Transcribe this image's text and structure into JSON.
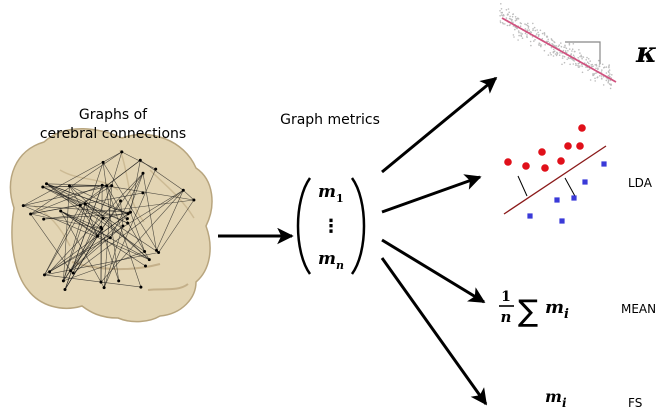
{
  "brain": {
    "title_line1": "Graphs of",
    "title_line2": "cerebral connections"
  },
  "metrics": {
    "title": "Graph metrics",
    "vector_first": "m",
    "vector_first_sub": "1",
    "vector_dots": "⋮",
    "vector_last": "m",
    "vector_last_sub": "n"
  },
  "outputs": {
    "kappa": {
      "symbol": "κ"
    },
    "lda": {
      "label": "LDA"
    },
    "mean": {
      "frac_num": "1",
      "frac_den": "n",
      "sum": "∑",
      "term": "m",
      "term_sub": "i",
      "label": "MEAN"
    },
    "fs": {
      "term": "m",
      "term_sub": "i",
      "label": "FS"
    }
  },
  "colors": {
    "regression_line": "#d0527f",
    "lda_line": "#8b1a1a",
    "class_a": "#e0101a",
    "class_b": "#3a3ad8",
    "brain_fill": "#e3d5b4",
    "scatter": "#bdbdbd"
  }
}
